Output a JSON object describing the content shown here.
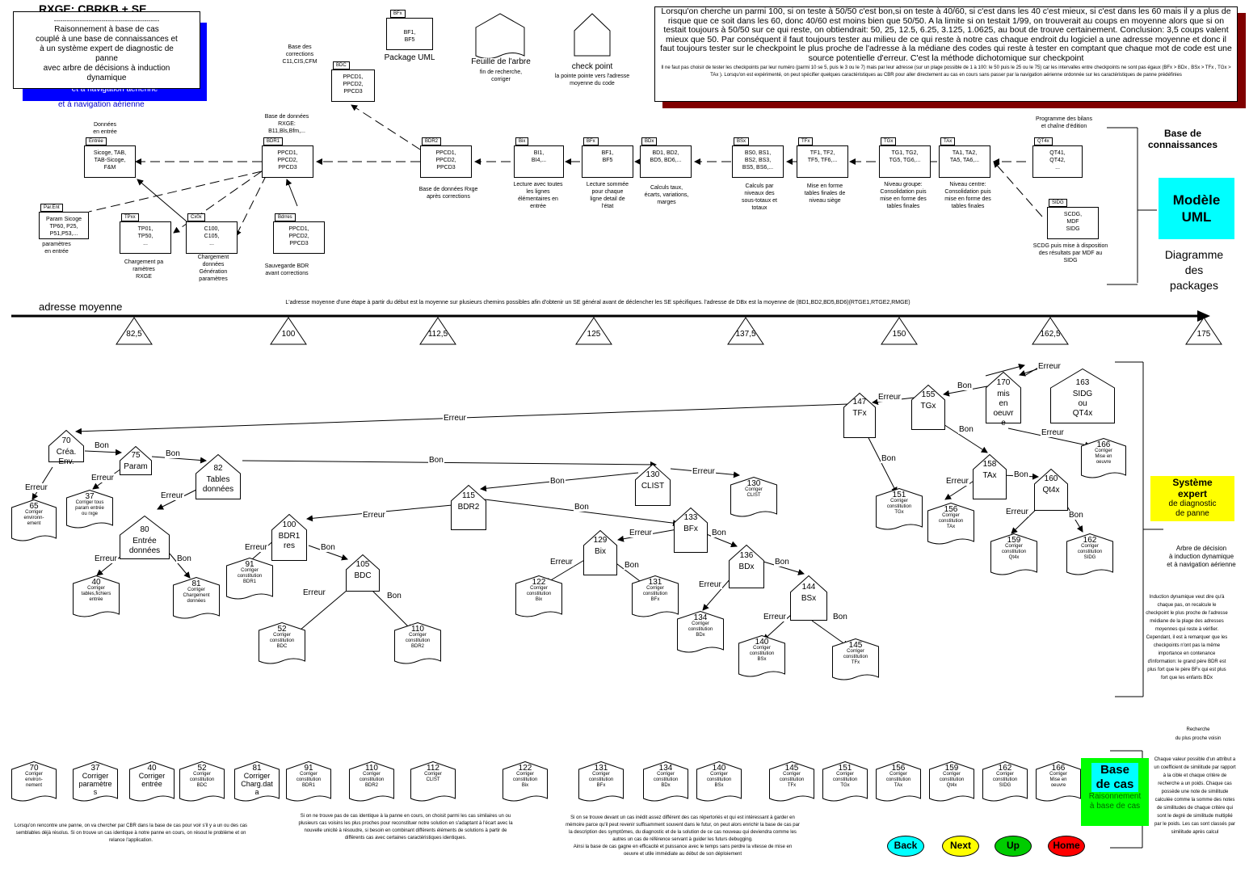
{
  "title": "RXGE:   CBRKB + SE",
  "intro_box": {
    "separator": "-------------------------------------------------",
    "lines": [
      "Raisonnement à base de cas",
      "couplé à une base de connaissances et",
      "à  un système expert  de diagnostic de",
      "panne",
      "avec arbre de décisions à induction",
      "dynamique"
    ],
    "shadow_lines": [
      "et",
      "et à navigation aérienne"
    ]
  },
  "top_right_box": {
    "text": "Lorsqu'on cherche un parmi 100, si on teste à 50/50 c'est bon,si on teste à 40/60, si c'est dans les 40 c'est mieux, si c'est dans les 60 mais il y a plus de risque que ce soit dans les 60, donc 40/60 est moins bien que 50/50. A la limite si on testait 1/99, on trouverait au coups en moyenne alors que si on testait toujours à 50/50 sur ce qui reste, on obtiendrait: 50, 25, 12.5, 6.25, 3.125, 1.0625, au bout de trouve certainement. Conclusion: 3,5 coups valent mieux que 50. Par conséquent il faut toujours tester au milieu de ce qui reste à notre cas chaque endroit du logiciel a une adresse moyenne et donc il faut toujours tester sur le checkpoint le plus proche de l'adresse à la médiane des codes qui reste à tester en comptant que chaque mot de code est une source potentielle d'erreur. C'est la méthode dichotomique sur checkpoint",
    "small": "Il ne faut pas choisir de tester les checkpoints par leur numéro (parmi 10 se 5, puis le 3 ou le 7) mais par leur adresse (sur un plage possible de 1 à 100: le 50 puis le 25 ou le 75) car les intervalles entre checkpoints ne sont pas égaux (BFx > BDx , BSx > TFx , TGx > TAx ). Lorsqu'on est expérimenté, on peut spécifier quelques caractéristiques au CBR pour aller directement au cas en cours sans passer par la navigation aérienne ordonnée sur les caractéristiques de panne prédéfinies"
  },
  "legend": {
    "package_tab": "BFx",
    "package_body": "BF1,\nBF5",
    "package_label": "Package UML",
    "leaf_label": "Feuille de l'arbre",
    "leaf_sub": "fin de recherche,\ncorriger",
    "checkpoint_label": "check point",
    "checkpoint_sub": "la pointe pointe vers l'adresse\nmoyenne du code"
  },
  "packages": [
    {
      "id": "bdc",
      "tab": "BDC",
      "body": "PPCD1,\nPPCD2,\nPPCD3",
      "note": "Base des\ncorrections\nC11,CIS,CFM"
    },
    {
      "id": "entree",
      "tab": "Entrée",
      "body": "Sicoge, TAB,\nTAB-Sicoge,\nF&M",
      "note": "Données\nen entrée"
    },
    {
      "id": "bdr1",
      "tab": "BDR1",
      "body": "PPCD1,\nPPCD2,\nPPCD3",
      "note": "Base de données\nRXGE:\nB11,Bls,Bfm,..."
    },
    {
      "id": "bdr2",
      "tab": "BDR2",
      "body": "PPCD1,\nPPCD2,\nPPCD3",
      "note": "Base de données Rxge\naprès corrections"
    },
    {
      "id": "bix",
      "tab": "Bix",
      "body": "BI1,\nBI4,...",
      "note": "Lecture avec toutes\nles lignes\nélémentaires en\nentrée"
    },
    {
      "id": "bfx",
      "tab": "BFx",
      "body": "BF1,\nBF5",
      "note": "Lecture sommée\npour chaque\nligne detail de\nl'état"
    },
    {
      "id": "bdx",
      "tab": "BDx",
      "body": "BD1, BD2,\nBD5, BD6,...",
      "note": "Calculs taux,\nécarts, variations,\nmarges"
    },
    {
      "id": "bsx",
      "tab": "BSx",
      "body": "BS0, BS1,\nBS2, BS3,\nBS5, BS6,...",
      "note": "Calculs par\nniveaux des\nsous-totaux et\ntotaux"
    },
    {
      "id": "tfx",
      "tab": "TFx",
      "body": "TF1, TF2,\nTF5, TF6,...",
      "note": "Mise en forme\ntables finales de\nniveau siège"
    },
    {
      "id": "tgx",
      "tab": "TGx",
      "body": "TG1, TG2,\nTG5, TG6,...",
      "note": "Niveau groupe:\nConsolidation puis\nmise en forme des\ntables finales"
    },
    {
      "id": "tax",
      "tab": "TAx",
      "body": "TA1, TA2,\nTA5, TA6,...",
      "note": "Niveau centre:\nConsolidation puis\nmise en forme des\ntables finales"
    },
    {
      "id": "qt4x",
      "tab": "QT4x",
      "body": "QT41,\nQT42,\n...",
      "note": "Programme des bilans\net chaîne d'édition"
    },
    {
      "id": "sidg",
      "tab": "SIDG",
      "body": "SCDG,\nMDF\nSIDG",
      "note": "SCDG puis mise à disposition\ndes résultats par MDF au\nSIDG"
    },
    {
      "id": "parent",
      "tab": "Par.Ent",
      "body": "Param Sicoge\nTP60, P25,\nP51,P53,...",
      "note": "paramètres\nen entrée"
    },
    {
      "id": "tpxx",
      "tab": "TPxx",
      "body": "TP01,\nTP50,\n...",
      "note": "Chargement pa\nramètres\nRXGE"
    },
    {
      "id": "cx0x",
      "tab": "Cx0x",
      "body": "C100,\nC105,\n...",
      "note": "Chargement\ndonnées\nGénération\nparamètres"
    },
    {
      "id": "bdrres",
      "tab": "Bdrres",
      "body": "PPCD1,\nPPCD2,\nPPCD3",
      "note": "Sauvegarde BDR\navant corrections"
    }
  ],
  "kb": {
    "title": "Base de\nconnaissances",
    "uml_box": "Modèle\nUML",
    "uml_label": "Diagramme\ndes\npackages"
  },
  "axis": {
    "label": "adresse moyenne",
    "note": "L'adresse moyenne d'une étape à partir du début est la moyenne sur plusieurs chemins possibles afin d'obtenir un SE général avant de déclencher les SE spécifiques. l'adresse de DBx est la moyenne de (BD1,BD2,BD5,BD6)(RTGE1,RTGE2,RMGE)",
    "ticks": [
      "82,5",
      "100",
      "112,5",
      "125",
      "137,5",
      "150",
      "162,5",
      "175"
    ]
  },
  "expert": {
    "title": "Système\nexpert",
    "sub": "de diagnostic\nde panne",
    "tree_title": "Arbre de décision\nà induction dynamique\net à navigation aérienne",
    "tree_note": "Induction dynamique veut dire qu'à chaque pas, on recalcule le checkpoint le plus proche de l'adresse médiane de la plage des adresses moyennes qui reste à vérifier. Cependant, il est à remarquer que les checkpoints n'ont pas la même importance en contenance d'information: le grand père BDR est plus fort que le père BFx qui est plus fort que les enfants BDx"
  },
  "checkpoints": [
    {
      "id": "c70",
      "num": "70",
      "label": "Créa.\nEnv."
    },
    {
      "id": "c75",
      "num": "75",
      "label": "Param"
    },
    {
      "id": "c82",
      "num": "82",
      "label": "Tables\ndonnées"
    },
    {
      "id": "c80",
      "num": "80",
      "label": "Entrée\ndonnées"
    },
    {
      "id": "c115",
      "num": "115",
      "label": "BDR2"
    },
    {
      "id": "c130",
      "num": "130",
      "label": "CLIST"
    },
    {
      "id": "c100",
      "num": "100",
      "label": "BDR1\nres"
    },
    {
      "id": "c105",
      "num": "105",
      "label": "BDC"
    },
    {
      "id": "c133",
      "num": "133",
      "label": "BFx"
    },
    {
      "id": "c129",
      "num": "129",
      "label": "Bix"
    },
    {
      "id": "c136",
      "num": "136",
      "label": "BDx"
    },
    {
      "id": "c144",
      "num": "144",
      "label": "BSx"
    },
    {
      "id": "c147",
      "num": "147",
      "label": "TFx"
    },
    {
      "id": "c155",
      "num": "155",
      "label": "TGx"
    },
    {
      "id": "c170",
      "num": "170",
      "label": "mis\nen\noeuvr\ne"
    },
    {
      "id": "c163",
      "num": "163",
      "label": "SIDG\nou\nQT4x"
    },
    {
      "id": "c158",
      "num": "158",
      "label": "TAx"
    },
    {
      "id": "c160",
      "num": "160",
      "label": "Qt4x"
    }
  ],
  "leaves": [
    {
      "id": "l65",
      "num": "65",
      "txt": "Corriger\nenvironn-\nement"
    },
    {
      "id": "l37",
      "num": "37",
      "txt": "Corriger tous\nparam entrée\nou rxge"
    },
    {
      "id": "l40",
      "num": "40",
      "txt": "Corriger\ntables,fichiers\nentrée"
    },
    {
      "id": "l81",
      "num": "81",
      "txt": "Corriger\nChargement\ndonnées"
    },
    {
      "id": "l91",
      "num": "91",
      "txt": "Corriger\nconstitution\nBDR1"
    },
    {
      "id": "l52",
      "num": "52",
      "txt": "Corriger\nconstitution\nBDC"
    },
    {
      "id": "l110",
      "num": "110",
      "txt": "Corriger\nconstitution\nBDR2"
    },
    {
      "id": "l130",
      "num": "130",
      "txt": "Corriger\nCLIST"
    },
    {
      "id": "l122",
      "num": "122",
      "txt": "Corriger\nconstitution\nBix"
    },
    {
      "id": "l131",
      "num": "131",
      "txt": "Corriger\nconstitution\nBFx"
    },
    {
      "id": "l134",
      "num": "134",
      "txt": "Corriger\nconstitution\nBDx"
    },
    {
      "id": "l140",
      "num": "140",
      "txt": "Corriger\nconstitution\nBSx"
    },
    {
      "id": "l145",
      "num": "145",
      "txt": "Corriger\nconstitution\nTFx"
    },
    {
      "id": "l151",
      "num": "151",
      "txt": "Corriger\nconstitution\nTGx"
    },
    {
      "id": "l156",
      "num": "156",
      "txt": "Corriger\nconstitution\nTAx"
    },
    {
      "id": "l159",
      "num": "159",
      "txt": "Corriger\nconstitution\nQt4x"
    },
    {
      "id": "l162",
      "num": "162",
      "txt": "Corriger\nconstitution\nSIDG"
    },
    {
      "id": "l166",
      "num": "166",
      "txt": "Corriger\nMise en\noeuvre"
    }
  ],
  "edge_labels": {
    "ok": "Bon",
    "err": "Erreur"
  },
  "cases": {
    "title": "Base\nde cas",
    "sub": "Raisonnement\nà base de cas",
    "search_title": "Recherche\ndu plus proche voisin",
    "search_note": "Chaque valeur possible d'un attribut a un coefficient de similitude par rapport à la cible et chaque critère de recherche a un poids. Chaque cas possède une note de similitude calculée comme la somme des notes de similitudes de chaque critère qui sont le degré de similitude multiplié par le poids. Les cas sont classés par similitude après calcul",
    "items": [
      {
        "num": "70",
        "txt": "Corriger\nenviron-\nnement"
      },
      {
        "num": "37",
        "txt": "Corriger\nparamètre\ns"
      },
      {
        "num": "40",
        "txt": "Corriger\nentrée"
      },
      {
        "num": "52",
        "txt": "Corriger\nconstitution\nBDC"
      },
      {
        "num": "81",
        "txt": "Corriger\nCharg.dat\na"
      },
      {
        "num": "91",
        "txt": "Corriger\nconstitution\nBDR1"
      },
      {
        "num": "110",
        "txt": "Corriger\nconstitution\nBDR2"
      },
      {
        "num": "112",
        "txt": "Corriger\nCLIST"
      },
      {
        "num": "122",
        "txt": "Corriger\nconstitution\nBix"
      },
      {
        "num": "131",
        "txt": "Corriger\nconstitution\nBFx"
      },
      {
        "num": "134",
        "txt": "Corriger\nconstitution\nBDx"
      },
      {
        "num": "140",
        "txt": "Corriger\nconstitution\nBSx"
      },
      {
        "num": "145",
        "txt": "Corriger\nconstitution\nTFx"
      },
      {
        "num": "151",
        "txt": "Corriger\nconstitution\nTGx"
      },
      {
        "num": "156",
        "txt": "Corriger\nconstitution\nTAx"
      },
      {
        "num": "159",
        "txt": "Corriger\nconstitution\nQt4x"
      },
      {
        "num": "162",
        "txt": "Corriger\nconstitution\nSIDG"
      },
      {
        "num": "166",
        "txt": "Corriger\nMise en\noeuvre"
      }
    ],
    "note1": "Lorsqu'on rencontre une panne, on va chercher par CBR dans la base de cas pour voir s'il y a un ou des cas semblables déjà résolus. Si on trouve un cas identique à notre panne en cours, on résout le problème et on relance l'application.",
    "note2": "Si on ne trouve pas de cas identique à la panne en cours, on choisit parmi les cas similaires un ou plusieurs cas voisins les plus proches pour reconstituer notre solution en s'adaptant à l'écart avec la nouvelle unicité à résoudre, si besoin en combinant différents éléments de solutions à partir de différents cas avec certaines caractéristiques identiques.",
    "note3": "Si on se trouve devant un cas inédit assez différent des cas répertoriés et qui est intéressant à garder en mémoire parce qu'il peut revenir suffisamment souvent dans le futur, on peut alors enrichir la base de cas par la description des symptômes, du diagnostic et de la solution de ce cas nouveau qui deviendra comme les autres un cas de référence servant à guider les futurs debugging.\nAinsi la base de cas gagne en efficacité et puissance avec le temps sans perdre la vitesse de mise en oeuvre et utile immédiate au début de son déploiement"
  },
  "nav": {
    "back": "Back",
    "next": "Next",
    "up": "Up",
    "home": "Home"
  },
  "colors": {
    "uml": "#00ffff",
    "expert": "#ffff00",
    "cases": "#00ff00",
    "box_shadow": "#800000",
    "intro_shadow": "#0000ff",
    "back": "#00ffff",
    "next": "#ffff00",
    "up": "#00cc00",
    "home": "#ff0000"
  }
}
